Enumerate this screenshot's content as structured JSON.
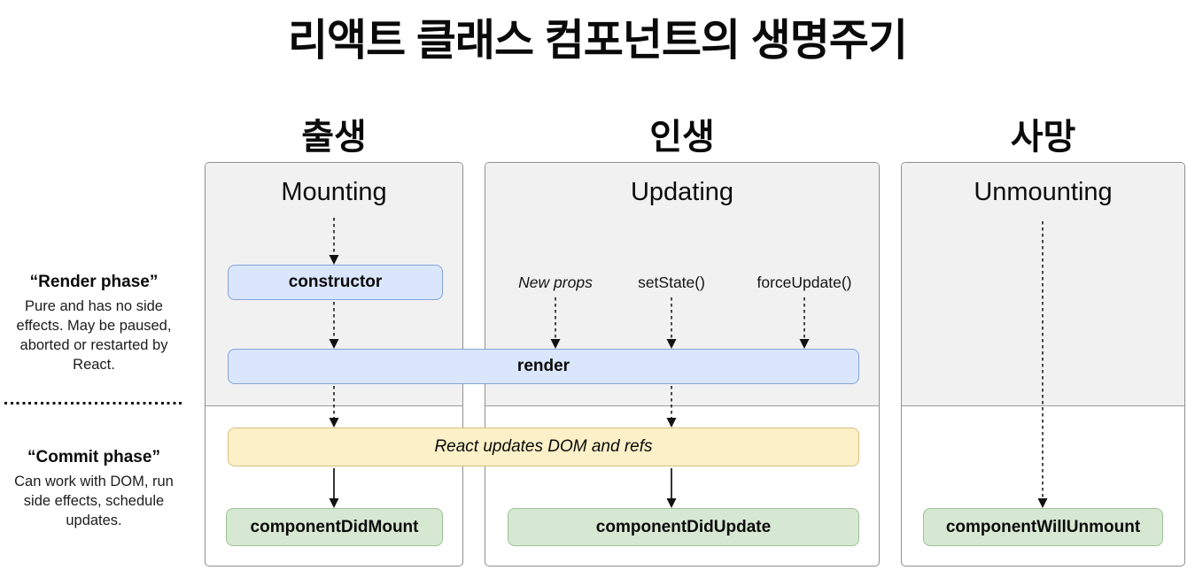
{
  "title": "리액트 클래스 컴포넌트의 생명주기",
  "columns": [
    {
      "stage_label": "출생",
      "box_title": "Mounting"
    },
    {
      "stage_label": "인생",
      "box_title": "Updating"
    },
    {
      "stage_label": "사망",
      "box_title": "Unmounting"
    }
  ],
  "phases": {
    "render_phase": {
      "label": "“Render phase”",
      "description": "Pure and has no side effects. May be paused, aborted or restarted by React."
    },
    "commit_phase": {
      "label": "“Commit phase”",
      "description": "Can work with DOM, run side effects, schedule updates."
    }
  },
  "nodes": {
    "constructor": "constructor",
    "render": "render",
    "react_updates_dom": "React updates DOM and refs",
    "component_did_mount": "componentDidMount",
    "component_did_update": "componentDidUpdate",
    "component_will_unmount": "componentWillUnmount"
  },
  "update_triggers": {
    "new_props": "New props",
    "set_state": "setState()",
    "force_update": "forceUpdate()"
  },
  "colors": {
    "lifecycle_method_blue_bg": "#d9e6fb",
    "lifecycle_method_blue_border": "#85a3d9",
    "react_action_yellow_bg": "#fbf0c7",
    "react_action_yellow_border": "#d9bf7d",
    "commit_method_green_bg": "#d7e8d2",
    "commit_method_green_border": "#9cc294",
    "column_bg": "#f1f1f2",
    "column_border": "#8f8f8f",
    "text": "#0a0a0a"
  }
}
